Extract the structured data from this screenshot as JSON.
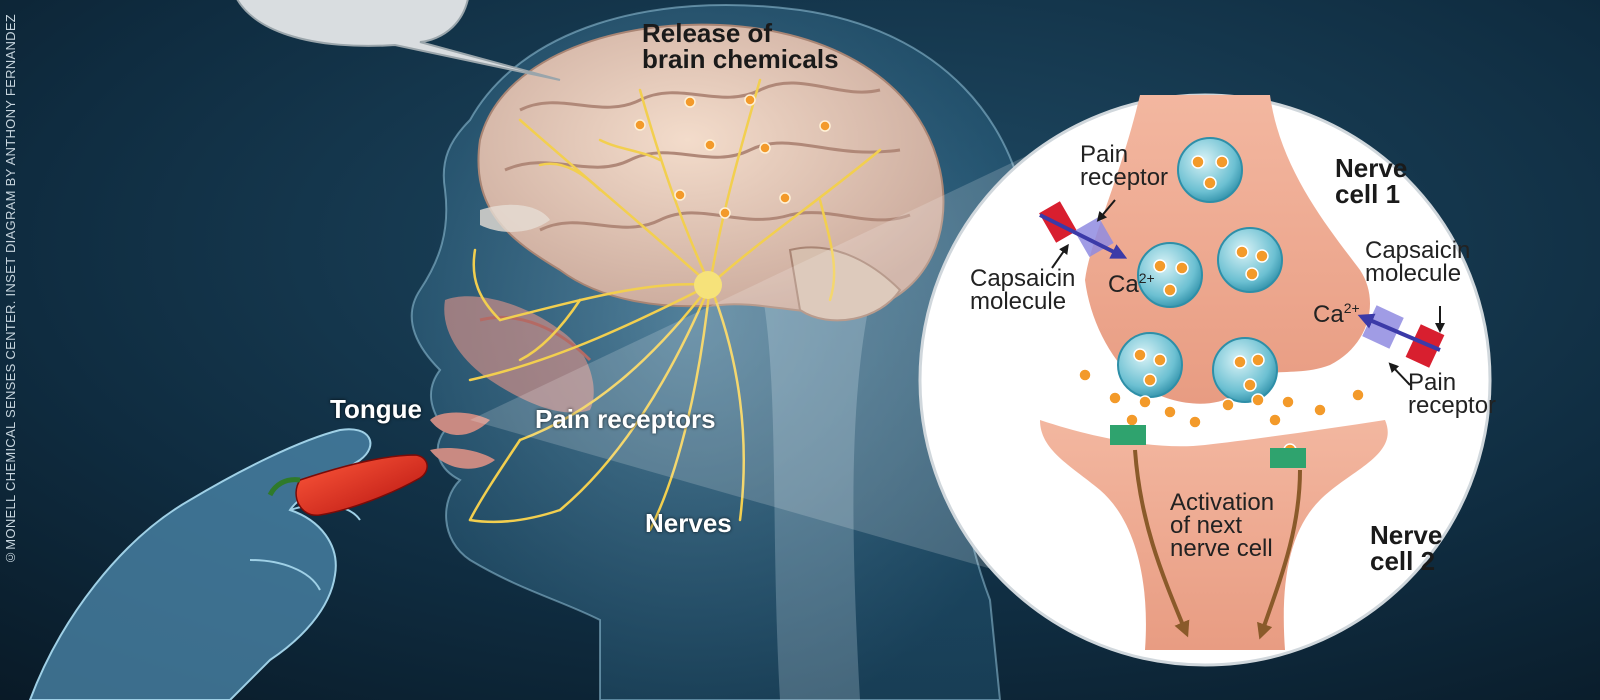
{
  "credit": "©MONELL CHEMICAL SENSES CENTER. INSET DIAGRAM BY ANTHONY FERNANDEZ",
  "labels": {
    "release_line1": "Release of",
    "release_line2": "brain chemicals",
    "tongue": "Tongue",
    "pain_receptors": "Pain receptors",
    "nerves": "Nerves"
  },
  "inset": {
    "nerve_cell_1_line1": "Nerve",
    "nerve_cell_1_line2": "cell 1",
    "nerve_cell_2_line1": "Nerve",
    "nerve_cell_2_line2": "cell 2",
    "pain_receptor_left_line1": "Pain",
    "pain_receptor_left_line2": "receptor",
    "capsaicin_left_line1": "Capsaicin",
    "capsaicin_left_line2": "molecule",
    "ca_left": "Ca",
    "ca_left_sup": "2+",
    "capsaicin_right_line1": "Capsaicin",
    "capsaicin_right_line2": "molecule",
    "ca_right": "Ca",
    "ca_right_sup": "2+",
    "pain_receptor_right_line1": "Pain",
    "pain_receptor_right_line2": "receptor",
    "activation_line1": "Activation",
    "activation_line2": "of next",
    "activation_line3": "nerve cell"
  },
  "colors": {
    "background": "#0b1f2f",
    "nerve": "#f2cf4f",
    "chemical_dot": "#f39a2a",
    "synapse_pink": "#efa98e",
    "capsaicin_red": "#d81f2f",
    "receptor_purple": "#8f8be0",
    "receptor_green": "#2fa36e",
    "arrow_brown": "#8a5a2a"
  }
}
